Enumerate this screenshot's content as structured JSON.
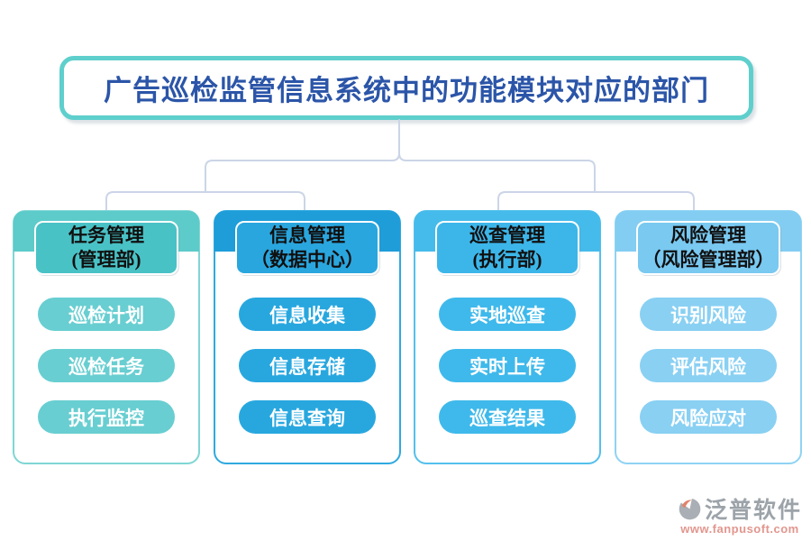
{
  "title": {
    "text": "广告巡检监管信息系统中的功能模块对应的部门"
  },
  "colors": {
    "background": "#FFFFFF",
    "title_border": "#5ECFCC",
    "title_text": "#2B55A8",
    "connector": "#CBD5E7",
    "header_text": "#101010",
    "pill_text": "#FFFFFF"
  },
  "columns": [
    {
      "module": "任务管理",
      "department": "(管理部)",
      "items": [
        "巡检计划",
        "巡检任务",
        "执行监控"
      ],
      "colors": {
        "band": "#5CCBCA",
        "header": "#49C2C6",
        "pill": "#68CED1",
        "border": "#7FD6D4"
      }
    },
    {
      "module": "信息管理",
      "department": "（数据中心）",
      "items": [
        "信息收集",
        "信息存储",
        "信息查询"
      ],
      "colors": {
        "band": "#1E9DD9",
        "header": "#2AA6DE",
        "pill": "#28A7DF",
        "border": "#2FA9DF"
      }
    },
    {
      "module": "巡查管理",
      "department": "(执行部)",
      "items": [
        "实地巡查",
        "实时上传",
        "巡查结果"
      ],
      "colors": {
        "band": "#45BBEB",
        "header": "#3CB6E9",
        "pill": "#3FB9EB",
        "border": "#53C0EC"
      }
    },
    {
      "module": "风险管理",
      "department": "（风险管理部）",
      "items": [
        "识别风险",
        "评估风险",
        "风险应对"
      ],
      "colors": {
        "band": "#83CDF2",
        "header": "#79C9F1",
        "pill": "#89D0F3",
        "border": "#8FD3F3"
      }
    }
  ],
  "watermark": {
    "brand": "泛普软件",
    "url": "www.fanpusoft.com",
    "brand_color": "#9CA3A9",
    "url_color": "#E2968E",
    "logo_gray": "#A9AFB5",
    "logo_orange": "#E2836B"
  }
}
